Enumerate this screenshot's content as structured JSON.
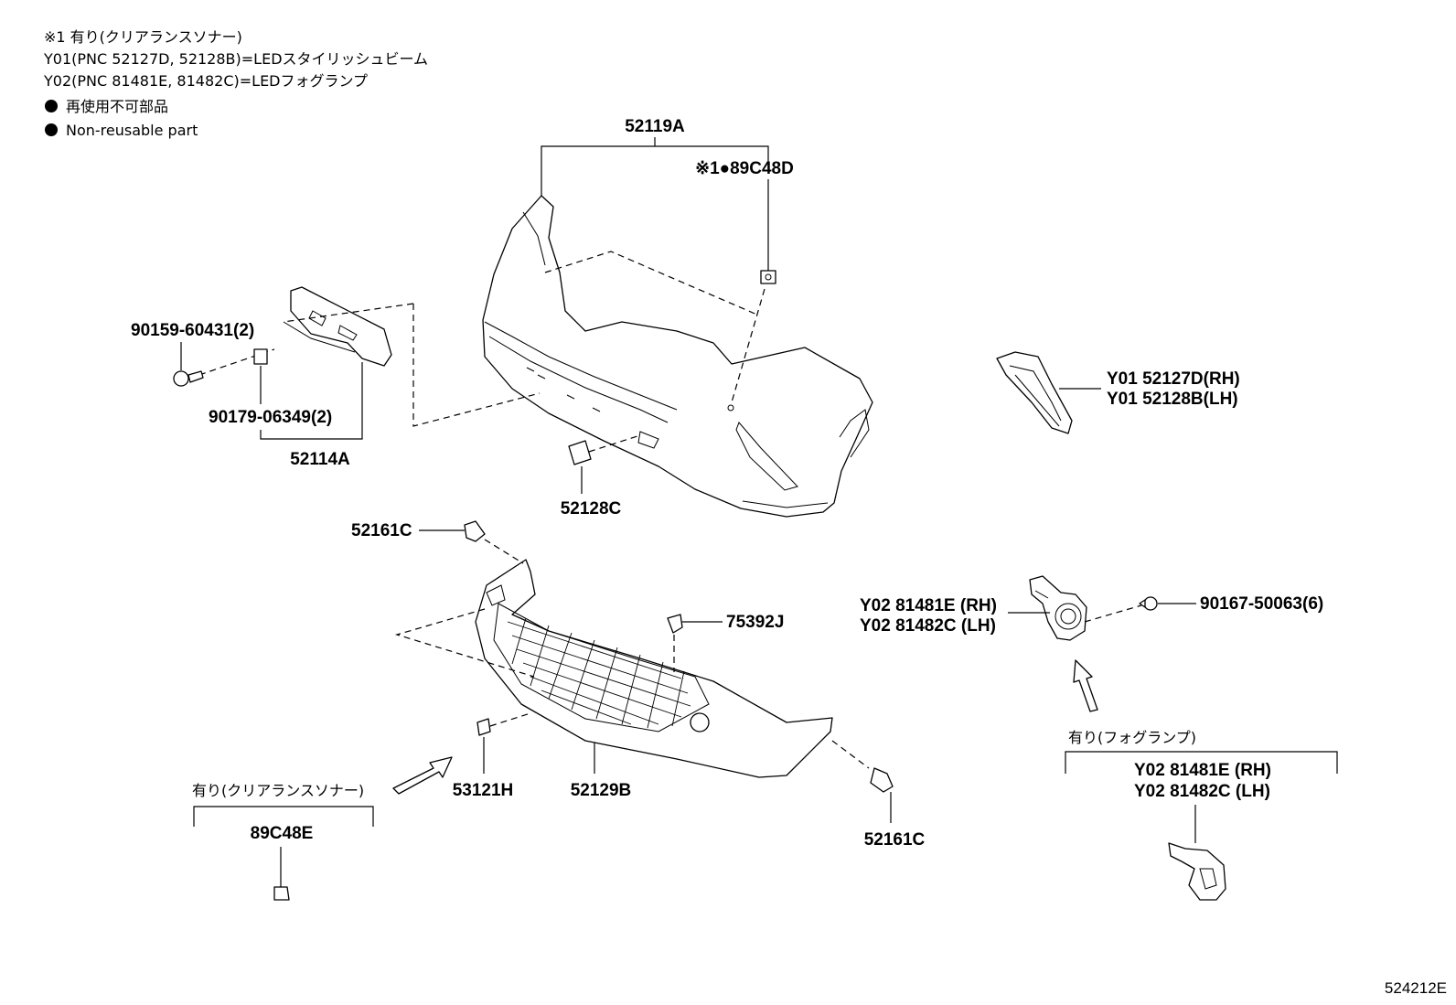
{
  "notes": {
    "line1": "※1 有り(クリアランスソナー)",
    "line2": "Y01(PNC 52127D, 52128B)=LEDスタイリッシュビーム",
    "line3": "Y02(PNC 81481E, 81482C)=LEDフォグランプ",
    "line4": "再使用不可部品",
    "line5": "Non-reusable part"
  },
  "labels": {
    "p52119A": "52119A",
    "p89C48D": "※1●89C48D",
    "p90159": "90159-60431(2)",
    "p90179": "90179-06349(2)",
    "p52114A": "52114A",
    "p52128C": "52128C",
    "y01_rh": "Y01 52127D(RH)",
    "y01_lh": "Y01 52128B(LH)",
    "p52161C_top": "52161C",
    "p75392J": "75392J",
    "y02_rh": "Y02 81481E (RH)",
    "y02_lh": "Y02 81482C (LH)",
    "p90167": "90167-50063(6)",
    "p53121H": "53121H",
    "p52129B": "52129B",
    "p52161C_bottom": "52161C",
    "sonar_caption": "有り(クリアランスソナー)",
    "p89C48E": "89C48E",
    "fog_caption": "有り(フォグランプ)",
    "fog_rh": "Y02 81481E (RH)",
    "fog_lh": "Y02 81482C (LH)"
  },
  "figure_ref": "524212E"
}
